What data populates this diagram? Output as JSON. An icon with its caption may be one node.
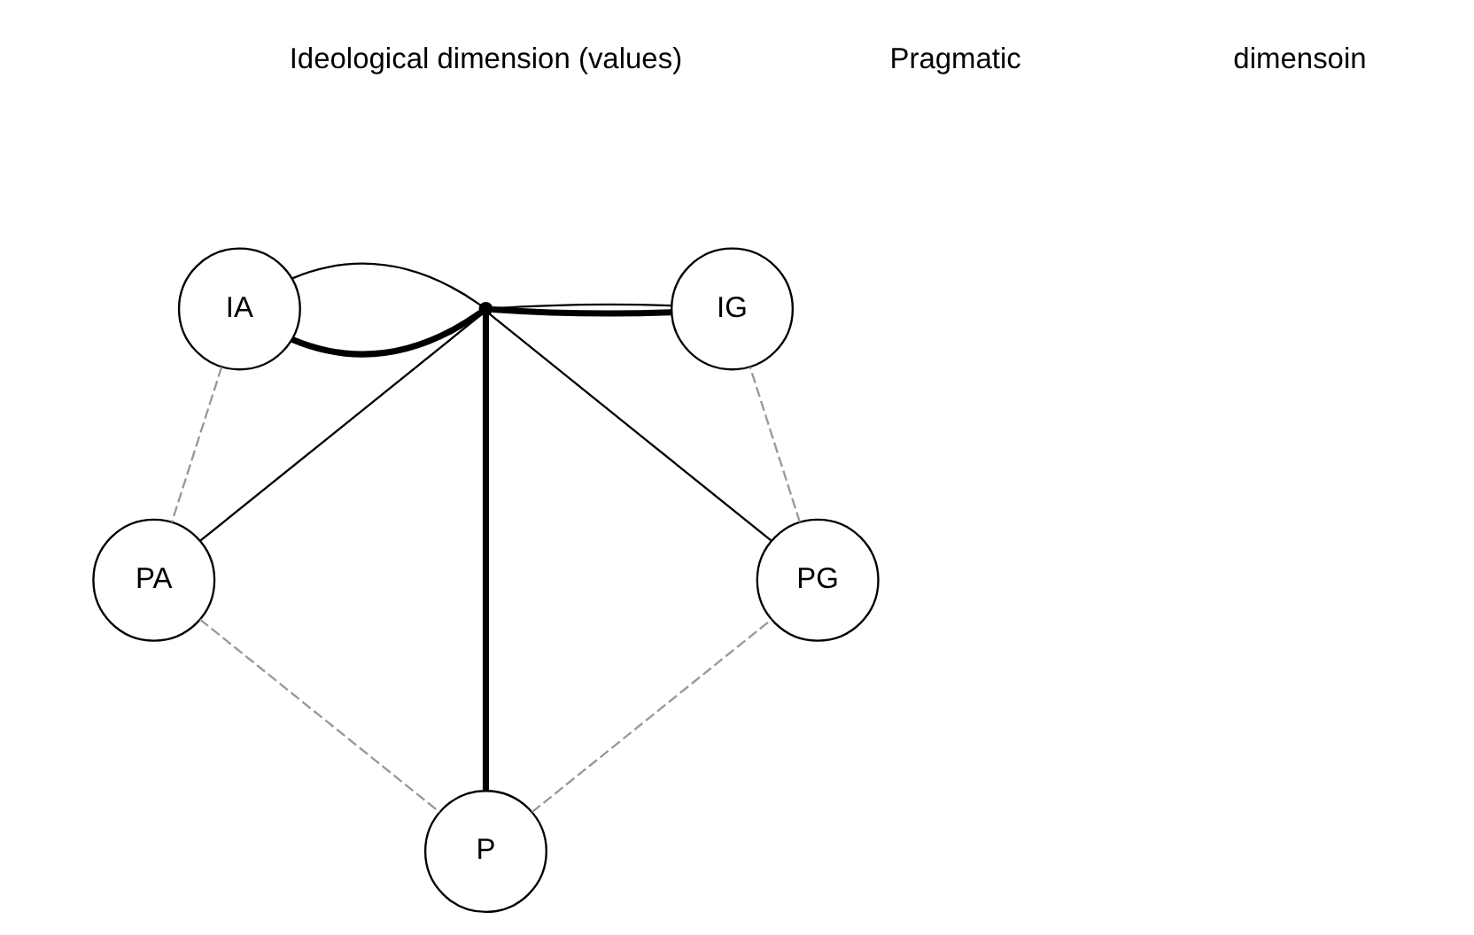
{
  "diagram": {
    "nodes": [
      {
        "text": [
          "IA"
        ]
      },
      {
        "text": [],
        "shape": "point"
      },
      {
        "text": [
          "IG"
        ]
      },
      {
        "text": [
          "PA"
        ]
      },
      {
        "text": [
          "PG"
        ]
      },
      {
        "text": [
          "P"
        ]
      }
    ],
    "edges": [
      {
        "from": 0,
        "to": 1,
        "arrow": "none",
        "style": "thick"
      },
      {
        "from": 1,
        "to": 2,
        "arrow": "none",
        "style": "thick"
      },
      {
        "from": 1,
        "to": 0,
        "arrow": "none"
      },
      {
        "from": 1,
        "to": 2,
        "arrow": "none"
      },
      {
        "from": 1,
        "to": 3,
        "arrow": "none"
      },
      {
        "from": 1,
        "to": 4,
        "arrow": "none"
      },
      {
        "from": 1,
        "to": 5,
        "arrow": "none",
        "style": "thick"
      },
      {
        "from": 0,
        "to": 3,
        "arrow": "none",
        "style": "dashed",
        "color": "#999999"
      },
      {
        "from": 3,
        "to": 5,
        "arrow": "none",
        "style": "dashed",
        "color": "#999999"
      },
      {
        "from": 5,
        "to": 4,
        "arrow": "none",
        "style": "dashed",
        "color": "#999999"
      },
      {
        "from": 4,
        "to": 2,
        "arrow": "none",
        "style": "dashed",
        "color": "#999999"
      }
    ],
    "labels": [
      "Ideological dimension (values)",
      "Pragmatic",
      "dimensoin"
    ]
  }
}
